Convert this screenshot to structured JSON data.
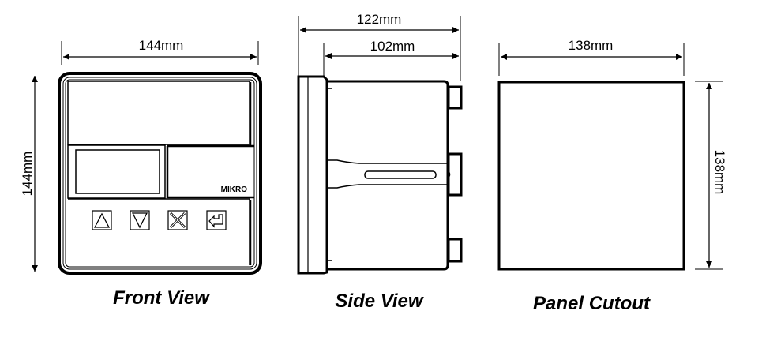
{
  "front_view": {
    "title": "Front View",
    "width_label": "144mm",
    "height_label": "144mm",
    "brand": "MIKRO",
    "buttons": [
      "up-arrow",
      "down-arrow",
      "cancel-x",
      "enter"
    ]
  },
  "side_view": {
    "title": "Side View",
    "total_depth_label": "122mm",
    "body_depth_label": "102mm"
  },
  "panel_cutout": {
    "title": "Panel Cutout",
    "width_label": "138mm",
    "height_label": "138mm"
  }
}
